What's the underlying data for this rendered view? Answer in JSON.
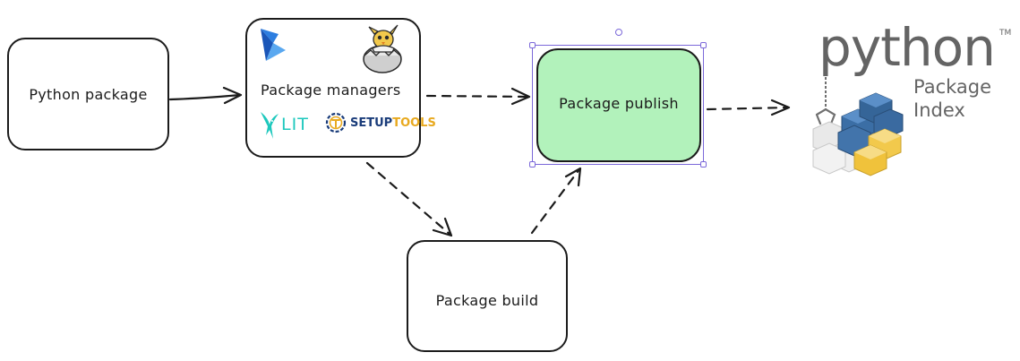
{
  "nodes": {
    "python_package": {
      "label": "Python package"
    },
    "package_managers": {
      "label": "Package managers",
      "logos": {
        "flit": {
          "text": "LIT",
          "icon": "hummingbird-icon",
          "color": "#1dc8bd"
        },
        "setuptools": {
          "text": "SETUPTOOLS",
          "text_a": "SETUP",
          "text_b": "TOOLS",
          "icon": "setuptools-gear-icon",
          "color_a": "#1a3c7a",
          "color_b": "#e8a91f"
        },
        "pdm": {
          "icon": "pdm-icon",
          "color": "#2d7ee0"
        },
        "hatch": {
          "icon": "hatching-egg-icon"
        }
      }
    },
    "package_publish": {
      "label": "Package publish",
      "fill": "#b2f2bb"
    },
    "package_build": {
      "label": "Package build"
    }
  },
  "pypi_logo": {
    "wordmark": "python",
    "trademark": "TM",
    "line1": "Package",
    "line2": "Index",
    "colors": {
      "text": "#646464",
      "blue": "#3b6ea5",
      "yellow": "#f2c94c"
    }
  },
  "selection": {
    "color": "#7b68d9"
  },
  "edges": [
    {
      "from": "python_package",
      "to": "package_managers",
      "style": "solid"
    },
    {
      "from": "package_managers",
      "to": "package_publish",
      "style": "dashed"
    },
    {
      "from": "package_managers",
      "to": "package_build",
      "style": "dashed"
    },
    {
      "from": "package_build",
      "to": "package_publish",
      "style": "dashed"
    },
    {
      "from": "package_publish",
      "to": "pypi",
      "style": "dashed"
    }
  ]
}
